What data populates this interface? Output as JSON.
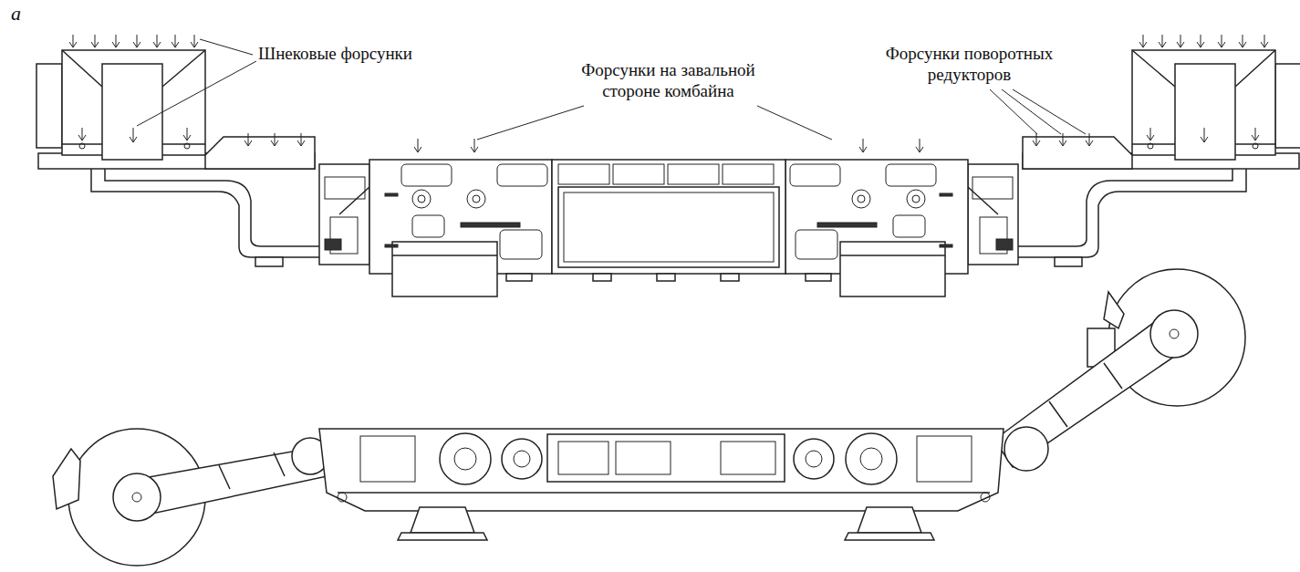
{
  "diagram": {
    "labels": [
      "а",
      "Шнековые форсунки",
      "Форсунки на завальной стороне комбайна",
      "Форсунки поворотных редукторов"
    ]
  }
}
